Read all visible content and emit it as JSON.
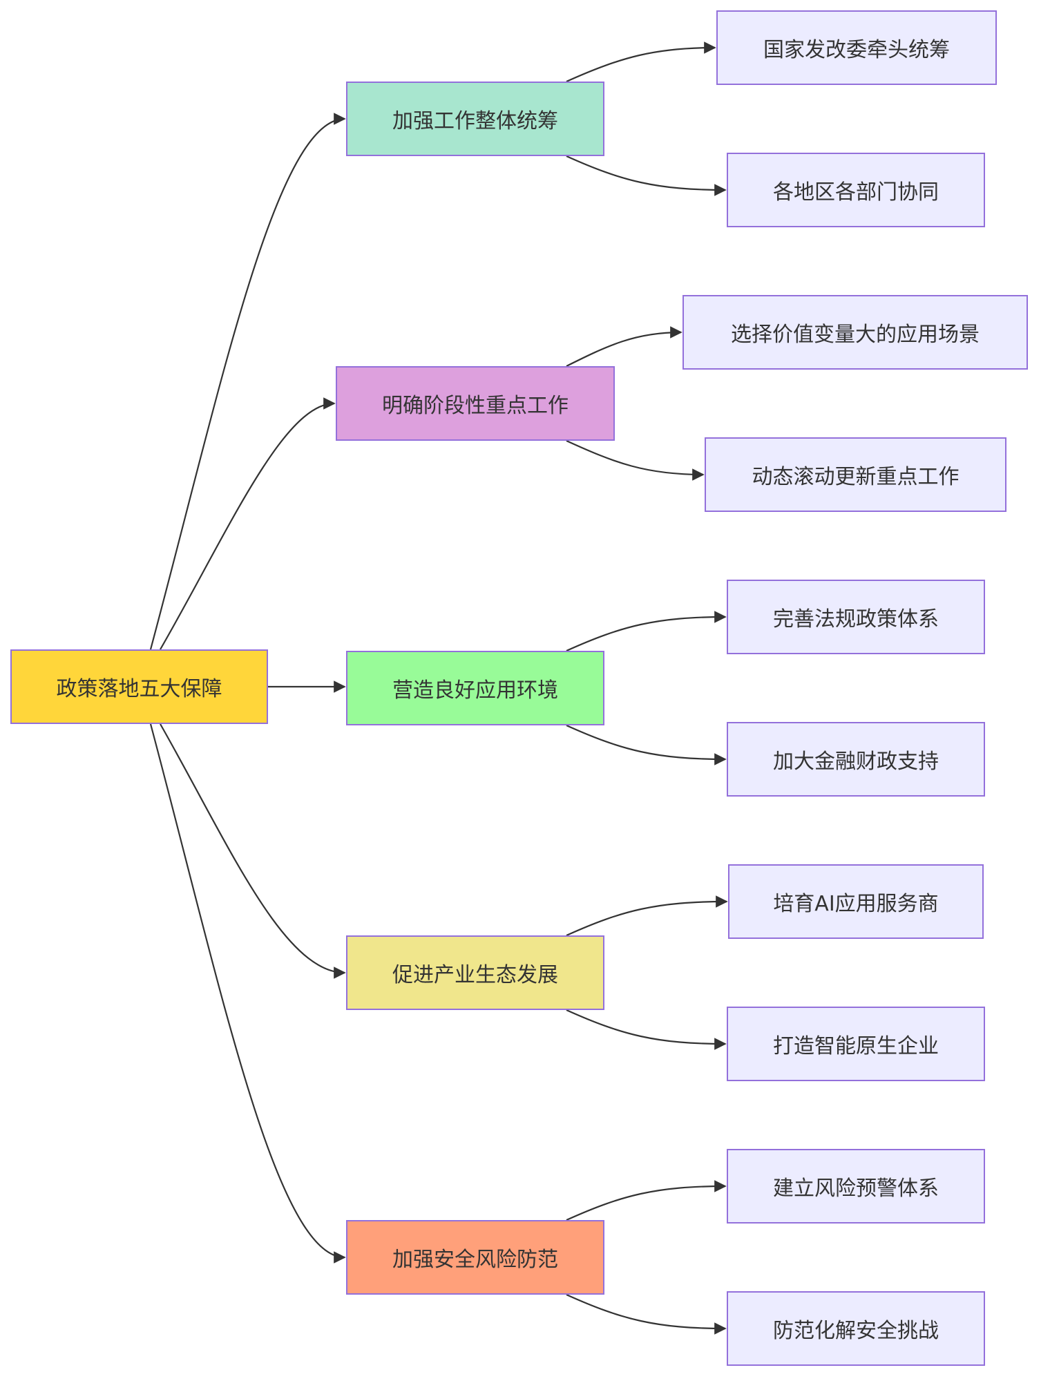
{
  "diagram": {
    "root": {
      "label": "政策落地五大保障",
      "color": "#FFD63A"
    },
    "categories": [
      {
        "label": "加强工作整体统筹",
        "color": "#A8E6CF",
        "leaves": [
          "国家发改委牵头统筹",
          "各地区各部门协同"
        ]
      },
      {
        "label": "明确阶段性重点工作",
        "color": "#DDA0DD",
        "leaves": [
          "选择价值变量大的应用场景",
          "动态滚动更新重点工作"
        ]
      },
      {
        "label": "营造良好应用环境",
        "color": "#98FB98",
        "leaves": [
          "完善法规政策体系",
          "加大金融财政支持"
        ]
      },
      {
        "label": "促进产业生态发展",
        "color": "#F0E68C",
        "leaves": [
          "培育AI应用服务商",
          "打造智能原生企业"
        ]
      },
      {
        "label": "加强安全风险防范",
        "color": "#FFA07A",
        "leaves": [
          "建立风险预警体系",
          "防范化解安全挑战"
        ]
      }
    ],
    "leaf_color": "#ECECFF",
    "border_color": "#9370DB",
    "edge_color": "#333333"
  }
}
